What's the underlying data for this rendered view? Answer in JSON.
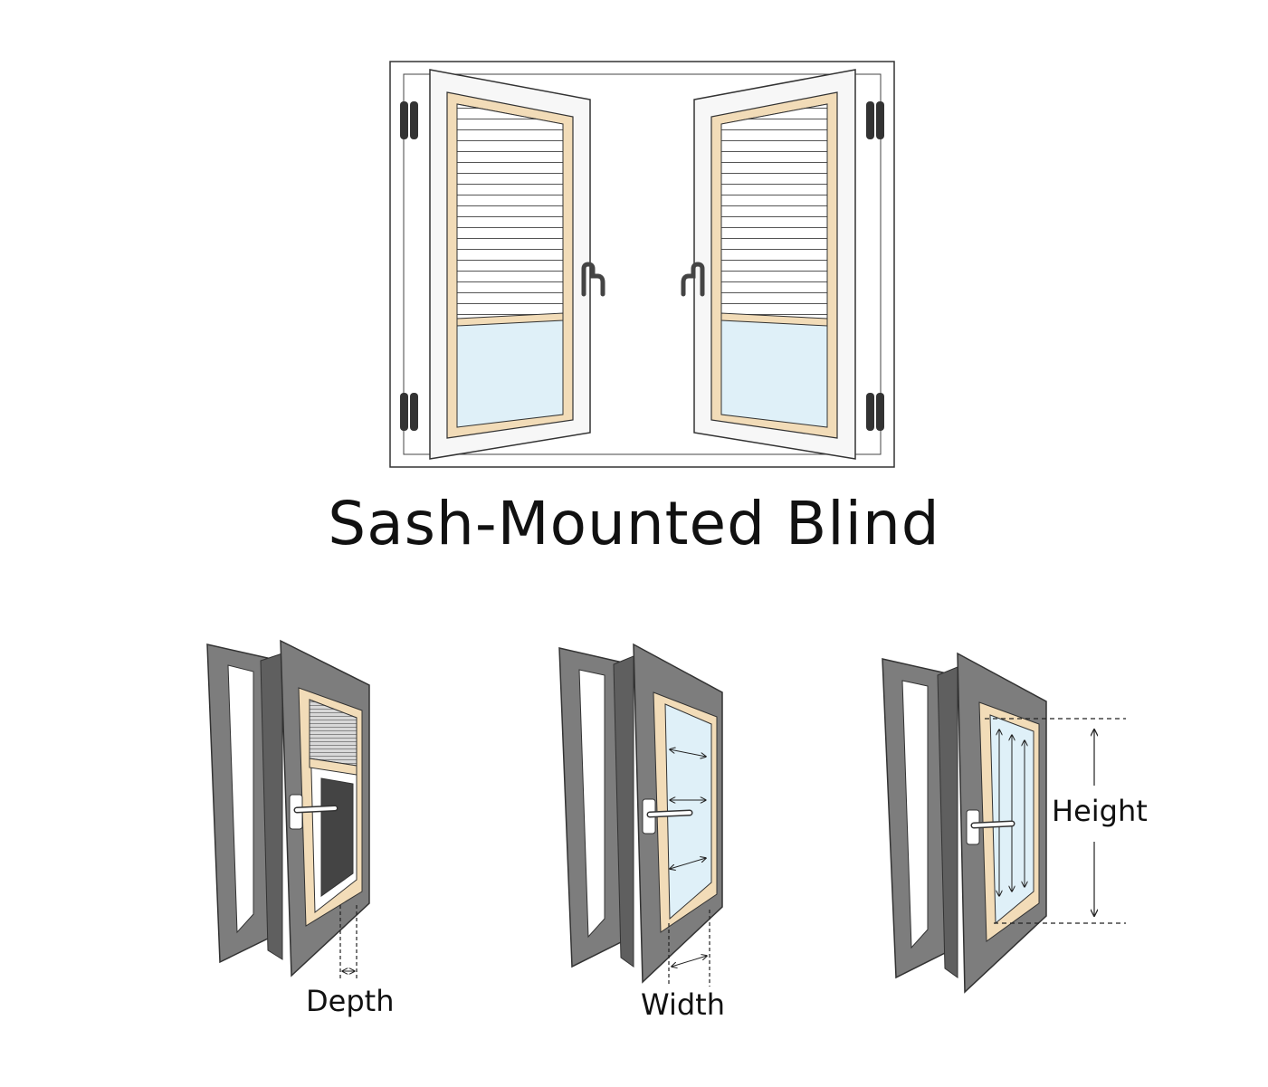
{
  "title": "Sash-Mounted Blind",
  "labels": {
    "depth": "Depth",
    "width": "Width",
    "height": "Height"
  },
  "colors": {
    "frame_dark": "#7d7d7d",
    "frame_shadow": "#5f5f5f",
    "wood": "#f2dcb8",
    "glass": "#dff0f8",
    "sash_white": "#f7f7f7",
    "line": "#222222"
  }
}
